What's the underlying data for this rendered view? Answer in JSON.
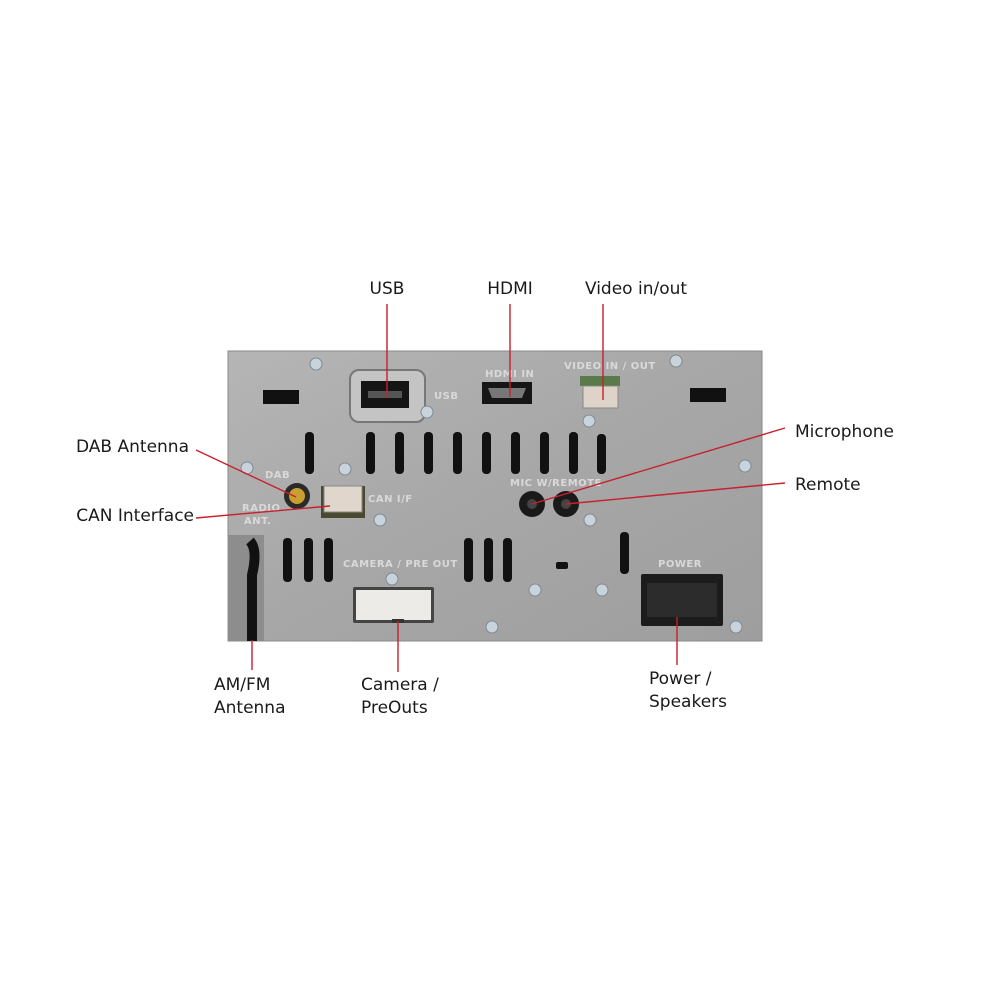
{
  "callouts": {
    "usb": "USB",
    "hdmi": "HDMI",
    "video": "Video in/out",
    "microphone": "Microphone",
    "remote": "Remote",
    "dab": "DAB Antenna",
    "can": "CAN Interface",
    "amfm": [
      "AM/FM",
      "Antenna"
    ],
    "camera": [
      "Camera /",
      "PreOuts"
    ],
    "power": [
      "Power /",
      "Speakers"
    ]
  },
  "panel_markings": {
    "usb": "USB",
    "hdmi": "HDMI IN",
    "video": "VIDEO IN / OUT",
    "dab": "DAB",
    "radio": [
      "RADIO",
      "ANT."
    ],
    "can": "CAN I/F",
    "mic": "MIC W/REMOTE",
    "camera": "CAMERA / PRE OUT",
    "power": "POWER"
  },
  "colors": {
    "callout_line": "#c8202c",
    "panel": "#a9a9a9"
  }
}
